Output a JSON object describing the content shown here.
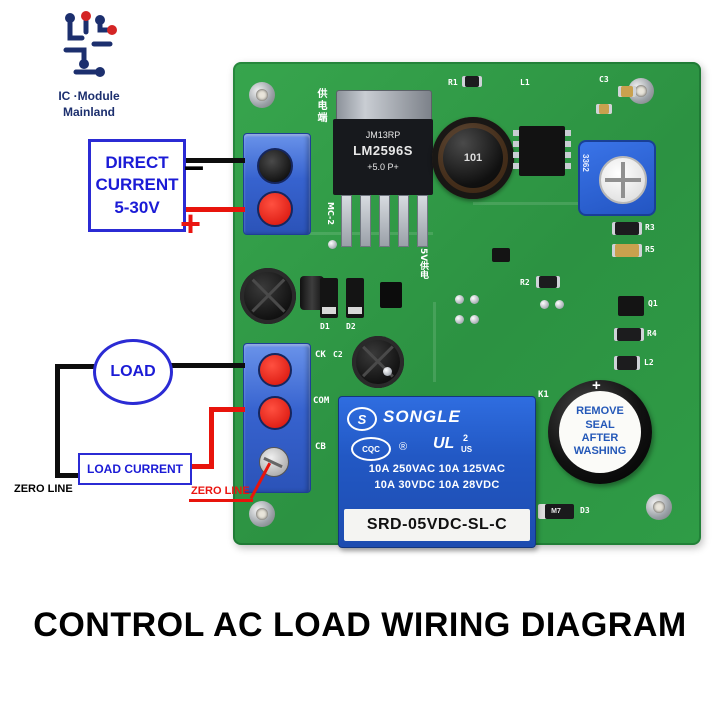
{
  "logo": {
    "line1": "IC ·Module",
    "line2": "Mainland"
  },
  "annotations": {
    "direct_current": {
      "l1": "DIRECT",
      "l2": "CURRENT",
      "l3": "5-30V"
    },
    "minus": "–",
    "plus": "+",
    "load": "LOAD",
    "load_current": "LOAD CURRENT",
    "zero_line_left": "ZERO LINE",
    "zero_line_right": "ZERO LINE"
  },
  "pcb": {
    "regulator": {
      "l1": "JM13RP",
      "l2": "LM2596S",
      "l3": "+5.0  P+"
    },
    "inductor": "101",
    "trimmer": "3362",
    "diode_marking": "M7",
    "silk": {
      "gongdian": "供电端",
      "mc2": "MC-2",
      "fivev": "5V供电",
      "r1": "R1",
      "l1": "L1",
      "c3": "C3",
      "ck": "CK",
      "com": "COM",
      "cb": "CB",
      "d1": "D1",
      "d2": "D2",
      "c2": "C2",
      "r2": "R2",
      "k1": "K1",
      "r3": "R3",
      "r5": "R5",
      "q1": "Q1",
      "r4": "R4",
      "l2": "L2",
      "d3": "D3"
    },
    "relay": {
      "logo": "S",
      "brand": "SONGLE",
      "reg": "®",
      "cqc": "CQC",
      "ul": "UL",
      "num": "2",
      "us": "US",
      "ratings1": "10A 250VAC  10A 125VAC",
      "ratings2": "10A 30VDC  10A 28VDC",
      "model": "SRD-05VDC-SL-C"
    },
    "buzzer": {
      "l1": "REMOVE",
      "l2": "SEAL",
      "l3": "AFTER",
      "l4": "WASHING"
    }
  },
  "title": "CONTROL AC LOAD WIRING DIAGRAM",
  "colors": {
    "pcb_green": "#2f9c46",
    "relay_blue": "#2258c4",
    "annotation_blue": "#2b2bd4",
    "wire_red": "#e8140c",
    "buzzer_text_blue": "#2458b8"
  }
}
